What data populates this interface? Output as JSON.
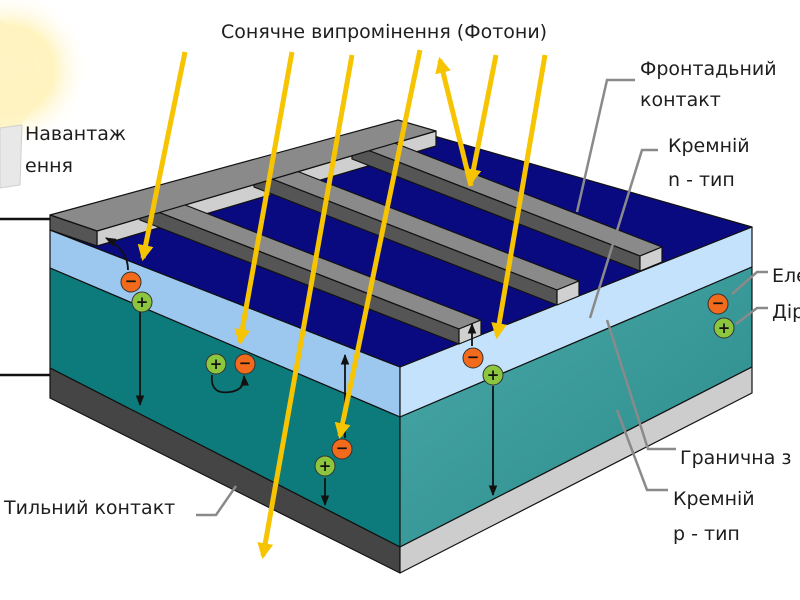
{
  "labels": {
    "title": "Сонячне випромінення (Фотони)",
    "load_line1": "Навантаж",
    "load_line2": "ення",
    "front_contact_line1": "Фронтадьний",
    "front_contact_line2": "контакт",
    "n_type_line1": "Кремній",
    "n_type_line2": "n - тип",
    "electron": "Еле",
    "hole": "Дір",
    "junction": "Гранична з",
    "p_type_line1": "Кремній",
    "p_type_line2": "р - тип",
    "back_contact": "Тильний контакт"
  },
  "charges": {
    "electron_symbol": "−",
    "hole_symbol": "+"
  },
  "colors": {
    "photon": "#f6c400",
    "electron": "#f26a1b",
    "hole": "#8cc63f",
    "n_silicon_top": "#0a0a80",
    "n_silicon_side": "#bfe0fb",
    "p_silicon": "#2f9494",
    "contact": "#8a8a8a"
  }
}
